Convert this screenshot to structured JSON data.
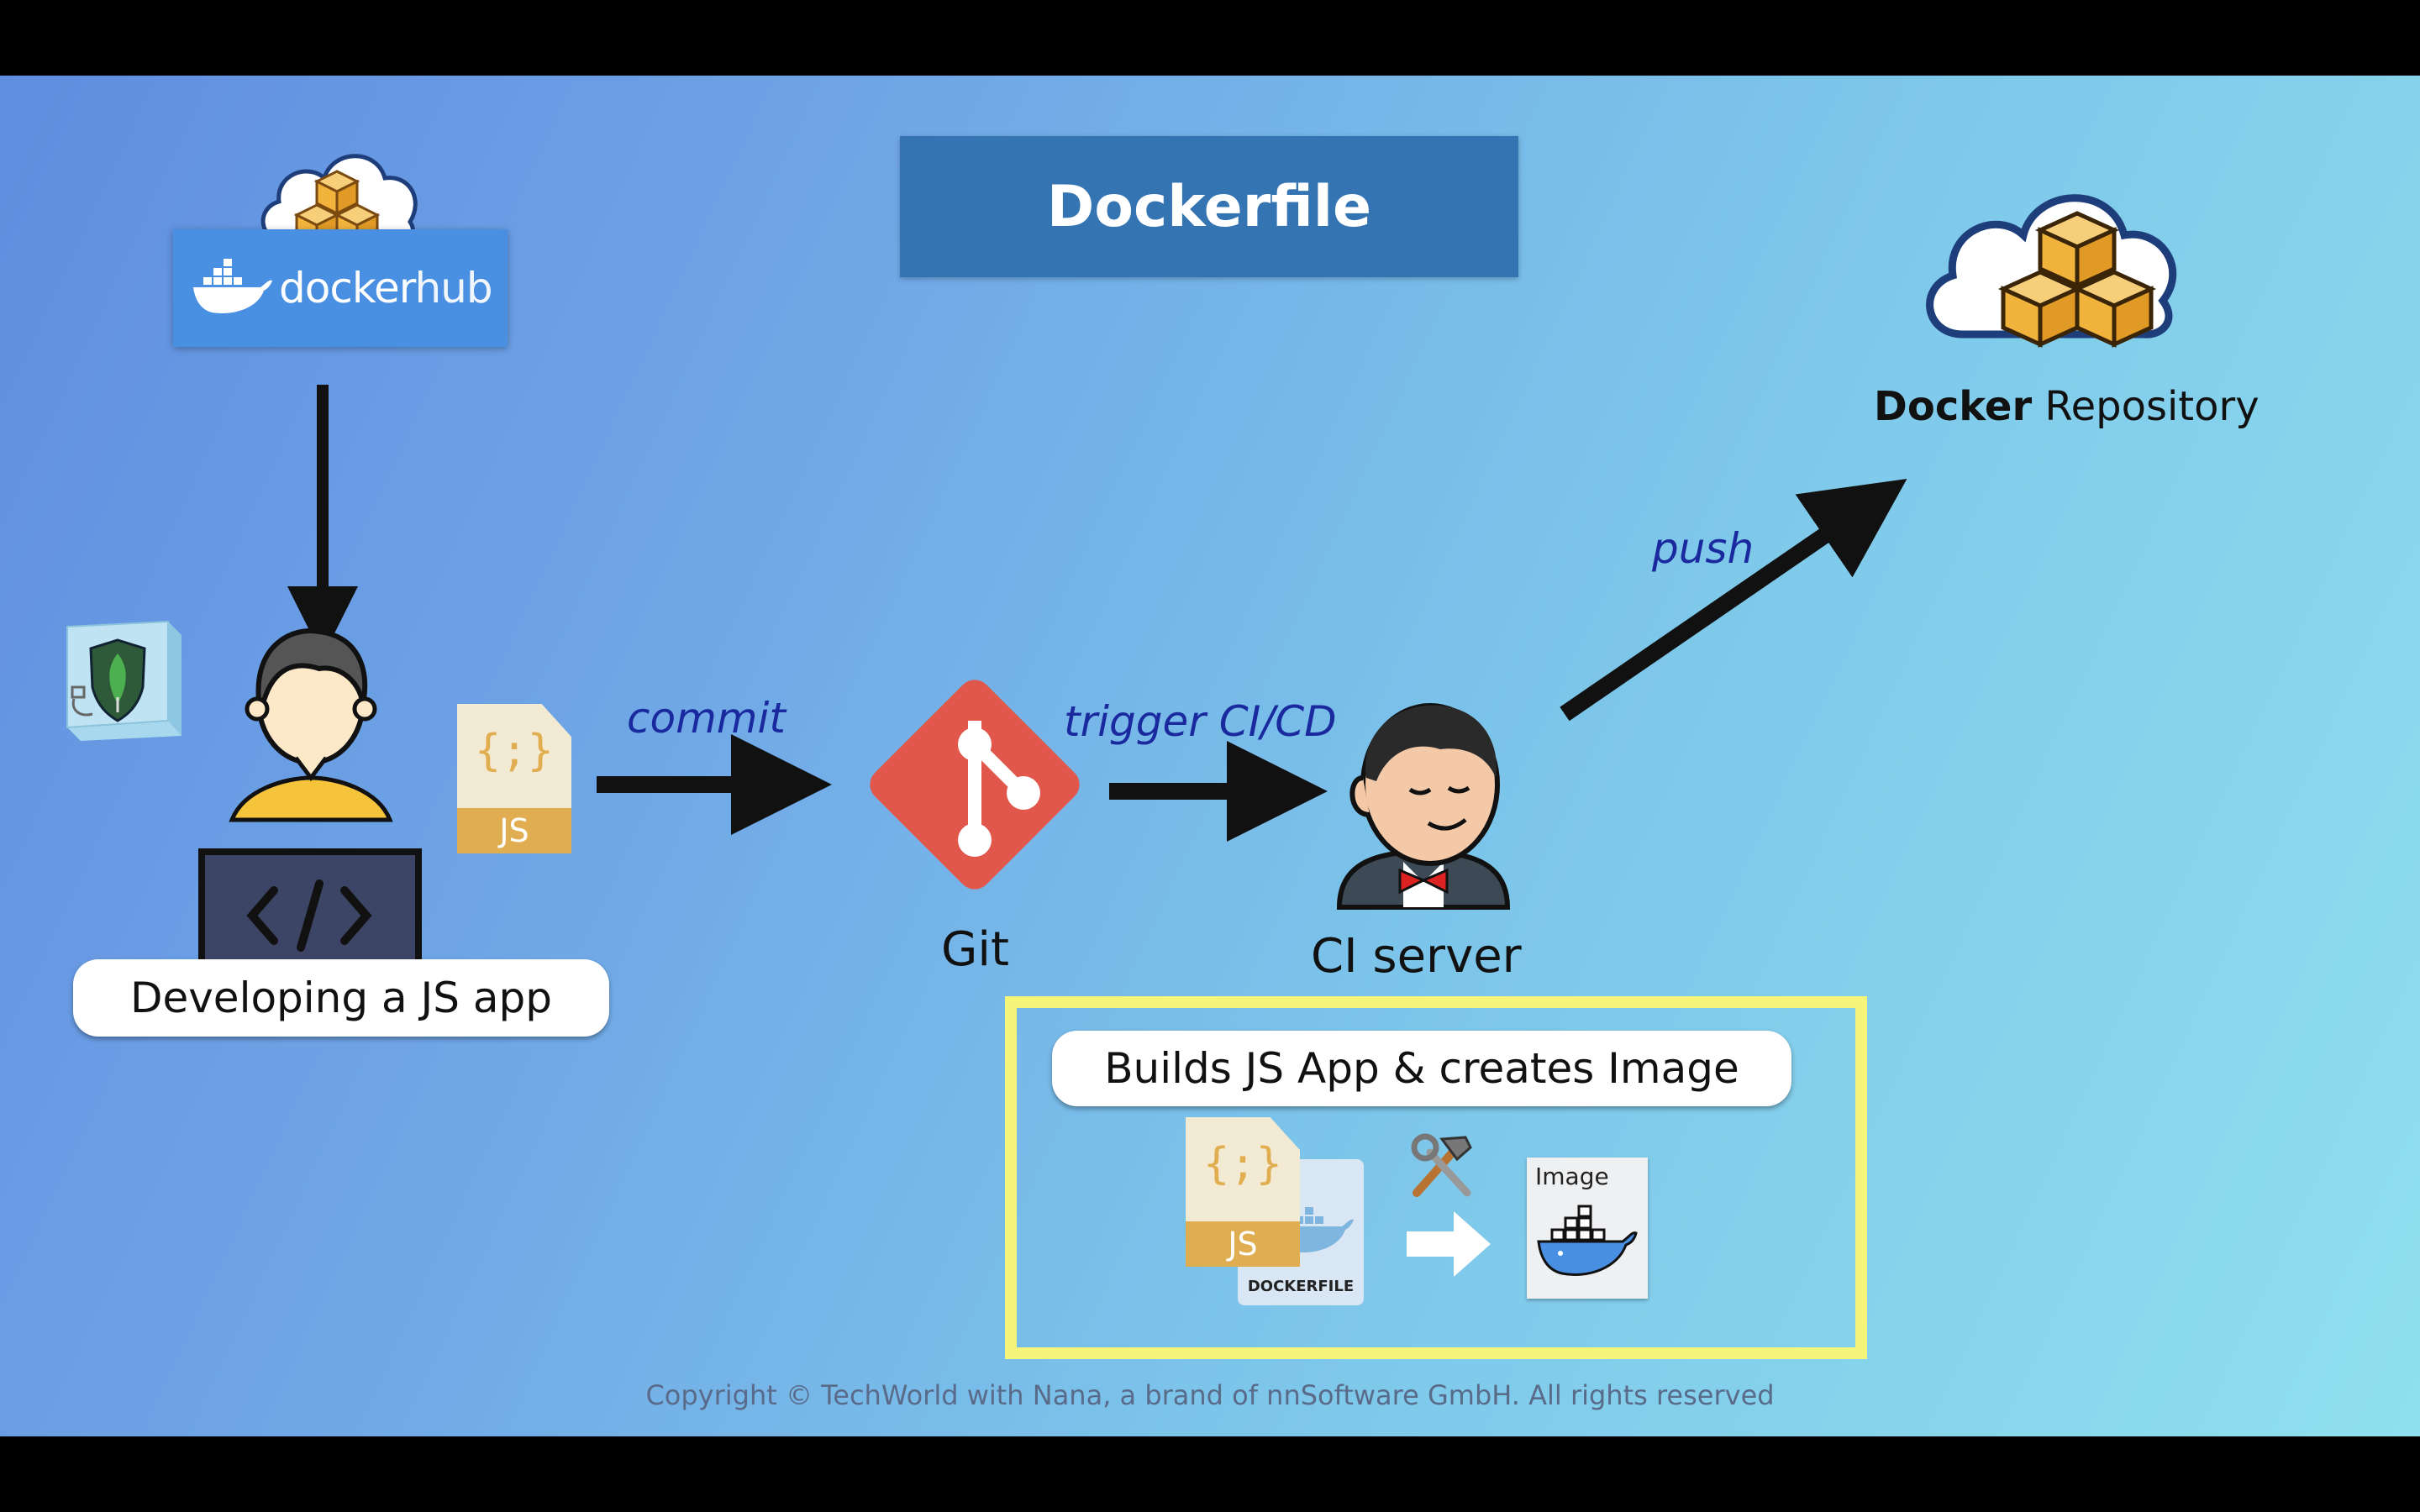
{
  "title": "Dockerfile",
  "docker_hub": {
    "brand_a": "docker",
    "brand_b": "hub"
  },
  "developer": {
    "label": "Developing a JS app",
    "file_badge": "JS",
    "file_glyph": "{;}"
  },
  "edges": {
    "commit": "commit",
    "trigger": "trigger CI/CD",
    "push": "push"
  },
  "git": {
    "label": "Git"
  },
  "ci_server": {
    "label": "CI server"
  },
  "repository": {
    "label_bold": "Docker",
    "label_rest": " Repository"
  },
  "build": {
    "label": "Builds JS App & creates Image",
    "js_badge": "JS",
    "js_glyph": "{;}",
    "dockerfile_label": "DOCKERFILE",
    "image_label": "Image"
  },
  "footer": {
    "copyright": "Copyright © TechWorld with Nana, a brand of nnSoftware GmbH. All rights reserved"
  },
  "colors": {
    "title_bg": "#3574b3",
    "edge_text": "#1a2a9e",
    "frame": "#f5f57a",
    "git": "#e2574c",
    "box_gold": "#f2b33d"
  }
}
